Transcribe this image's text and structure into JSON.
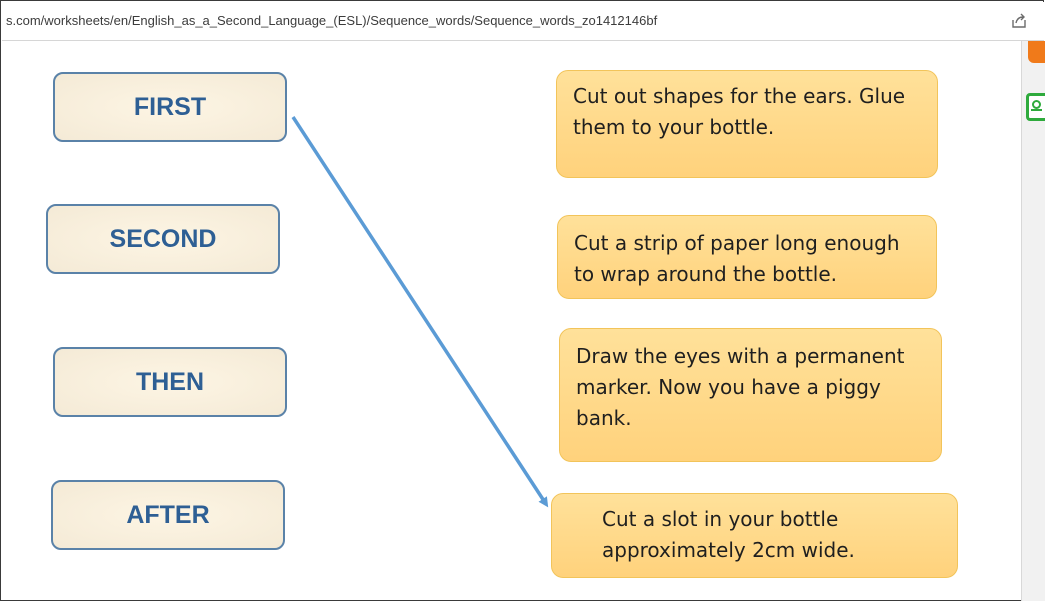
{
  "browser": {
    "url": "s.com/worksheets/en/English_as_a_Second_Language_(ESL)/Sequence_words/Sequence_words_zo1412146bf",
    "share_icon": "share-icon"
  },
  "side_panel": {
    "icons": [
      "orange-tab-icon",
      "green-worksheet-icon"
    ],
    "colors": {
      "orange": "#f07a1a",
      "green": "#2eaa3c"
    }
  },
  "worksheet": {
    "words": [
      "FIRST",
      "SECOND",
      "THEN",
      "AFTER"
    ],
    "sentences": [
      "Cut out shapes for the ears. Glue them to your bottle.",
      "Cut a strip of paper long enough to wrap around the bottle.",
      "Draw the eyes with a permanent marker. Now you have a piggy bank.",
      "Cut a slot in your bottle approximately 2cm wide."
    ],
    "match_line": {
      "from_word": "FIRST",
      "to_sentence": "Cut a slot in your bottle approximately 2cm wide.",
      "color": "#5b9bd5"
    },
    "colors": {
      "word_text": "#2e5f94",
      "word_border": "#5a82a8",
      "sentence_fill": "#ffd98a"
    }
  }
}
